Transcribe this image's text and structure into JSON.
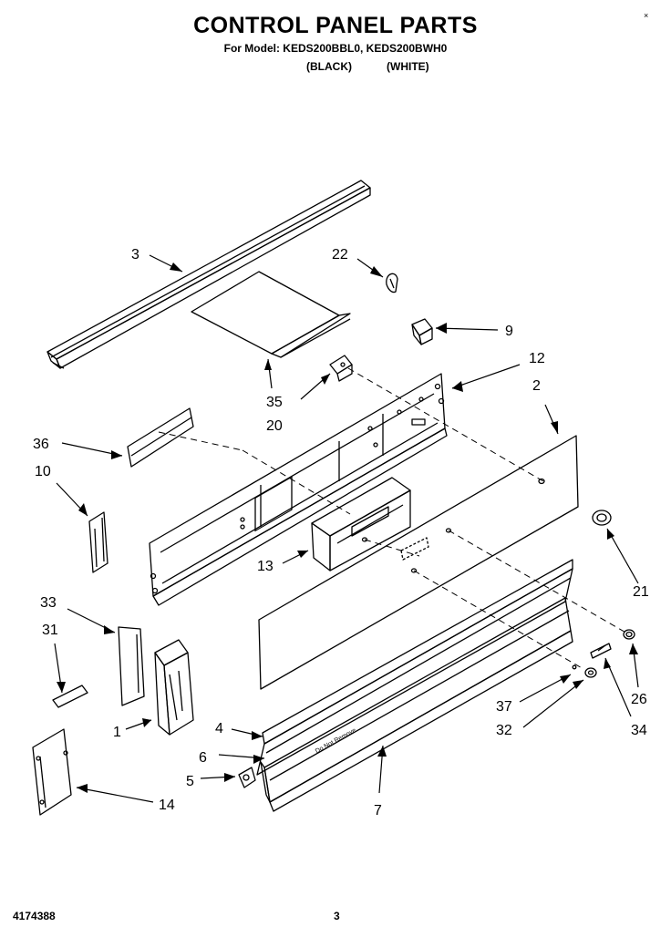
{
  "title": "CONTROL PANEL PARTS",
  "model_line": "For Model: KEDS200BBL0, KEDS200BWH0",
  "color_black": "(BLACK)",
  "color_white": "(WHITE)",
  "corner_mark": "×",
  "doc_number": "4174388",
  "page_number": "3",
  "trim_imprint": "Do Not Remove",
  "callouts": [
    {
      "id": "c3",
      "label": "3"
    },
    {
      "id": "c22",
      "label": "22"
    },
    {
      "id": "c9",
      "label": "9"
    },
    {
      "id": "c12",
      "label": "12"
    },
    {
      "id": "c2",
      "label": "2"
    },
    {
      "id": "c35",
      "label": "35"
    },
    {
      "id": "c20",
      "label": "20"
    },
    {
      "id": "c36",
      "label": "36"
    },
    {
      "id": "c10",
      "label": "10"
    },
    {
      "id": "c13",
      "label": "13"
    },
    {
      "id": "c21",
      "label": "21"
    },
    {
      "id": "c33",
      "label": "33"
    },
    {
      "id": "c31",
      "label": "31"
    },
    {
      "id": "c26",
      "label": "26"
    },
    {
      "id": "c37",
      "label": "37"
    },
    {
      "id": "c32",
      "label": "32"
    },
    {
      "id": "c34",
      "label": "34"
    },
    {
      "id": "c1",
      "label": "1"
    },
    {
      "id": "c4",
      "label": "4"
    },
    {
      "id": "c6",
      "label": "6"
    },
    {
      "id": "c5",
      "label": "5"
    },
    {
      "id": "c7",
      "label": "7"
    },
    {
      "id": "c14",
      "label": "14"
    }
  ]
}
